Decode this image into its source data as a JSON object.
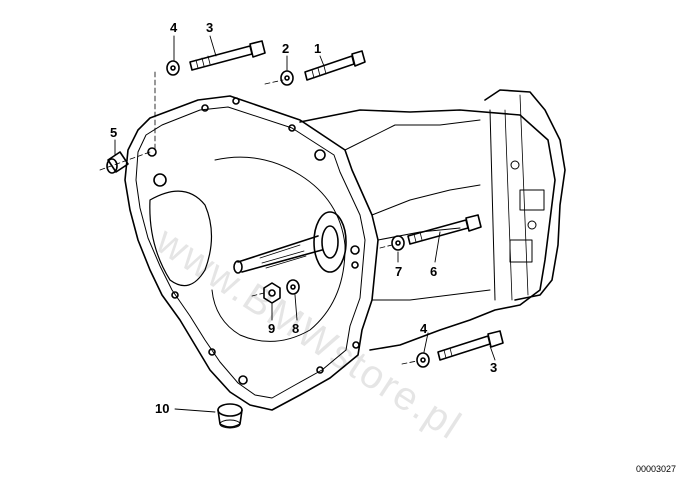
{
  "callouts": {
    "c1": "1",
    "c2": "2",
    "c3a": "3",
    "c3b": "3",
    "c4a": "4",
    "c4b": "4",
    "c5": "5",
    "c6": "6",
    "c7": "7",
    "c8": "8",
    "c9": "9",
    "c10": "10"
  },
  "document_number": "00003027",
  "watermark": "www.BMWstore.pl"
}
